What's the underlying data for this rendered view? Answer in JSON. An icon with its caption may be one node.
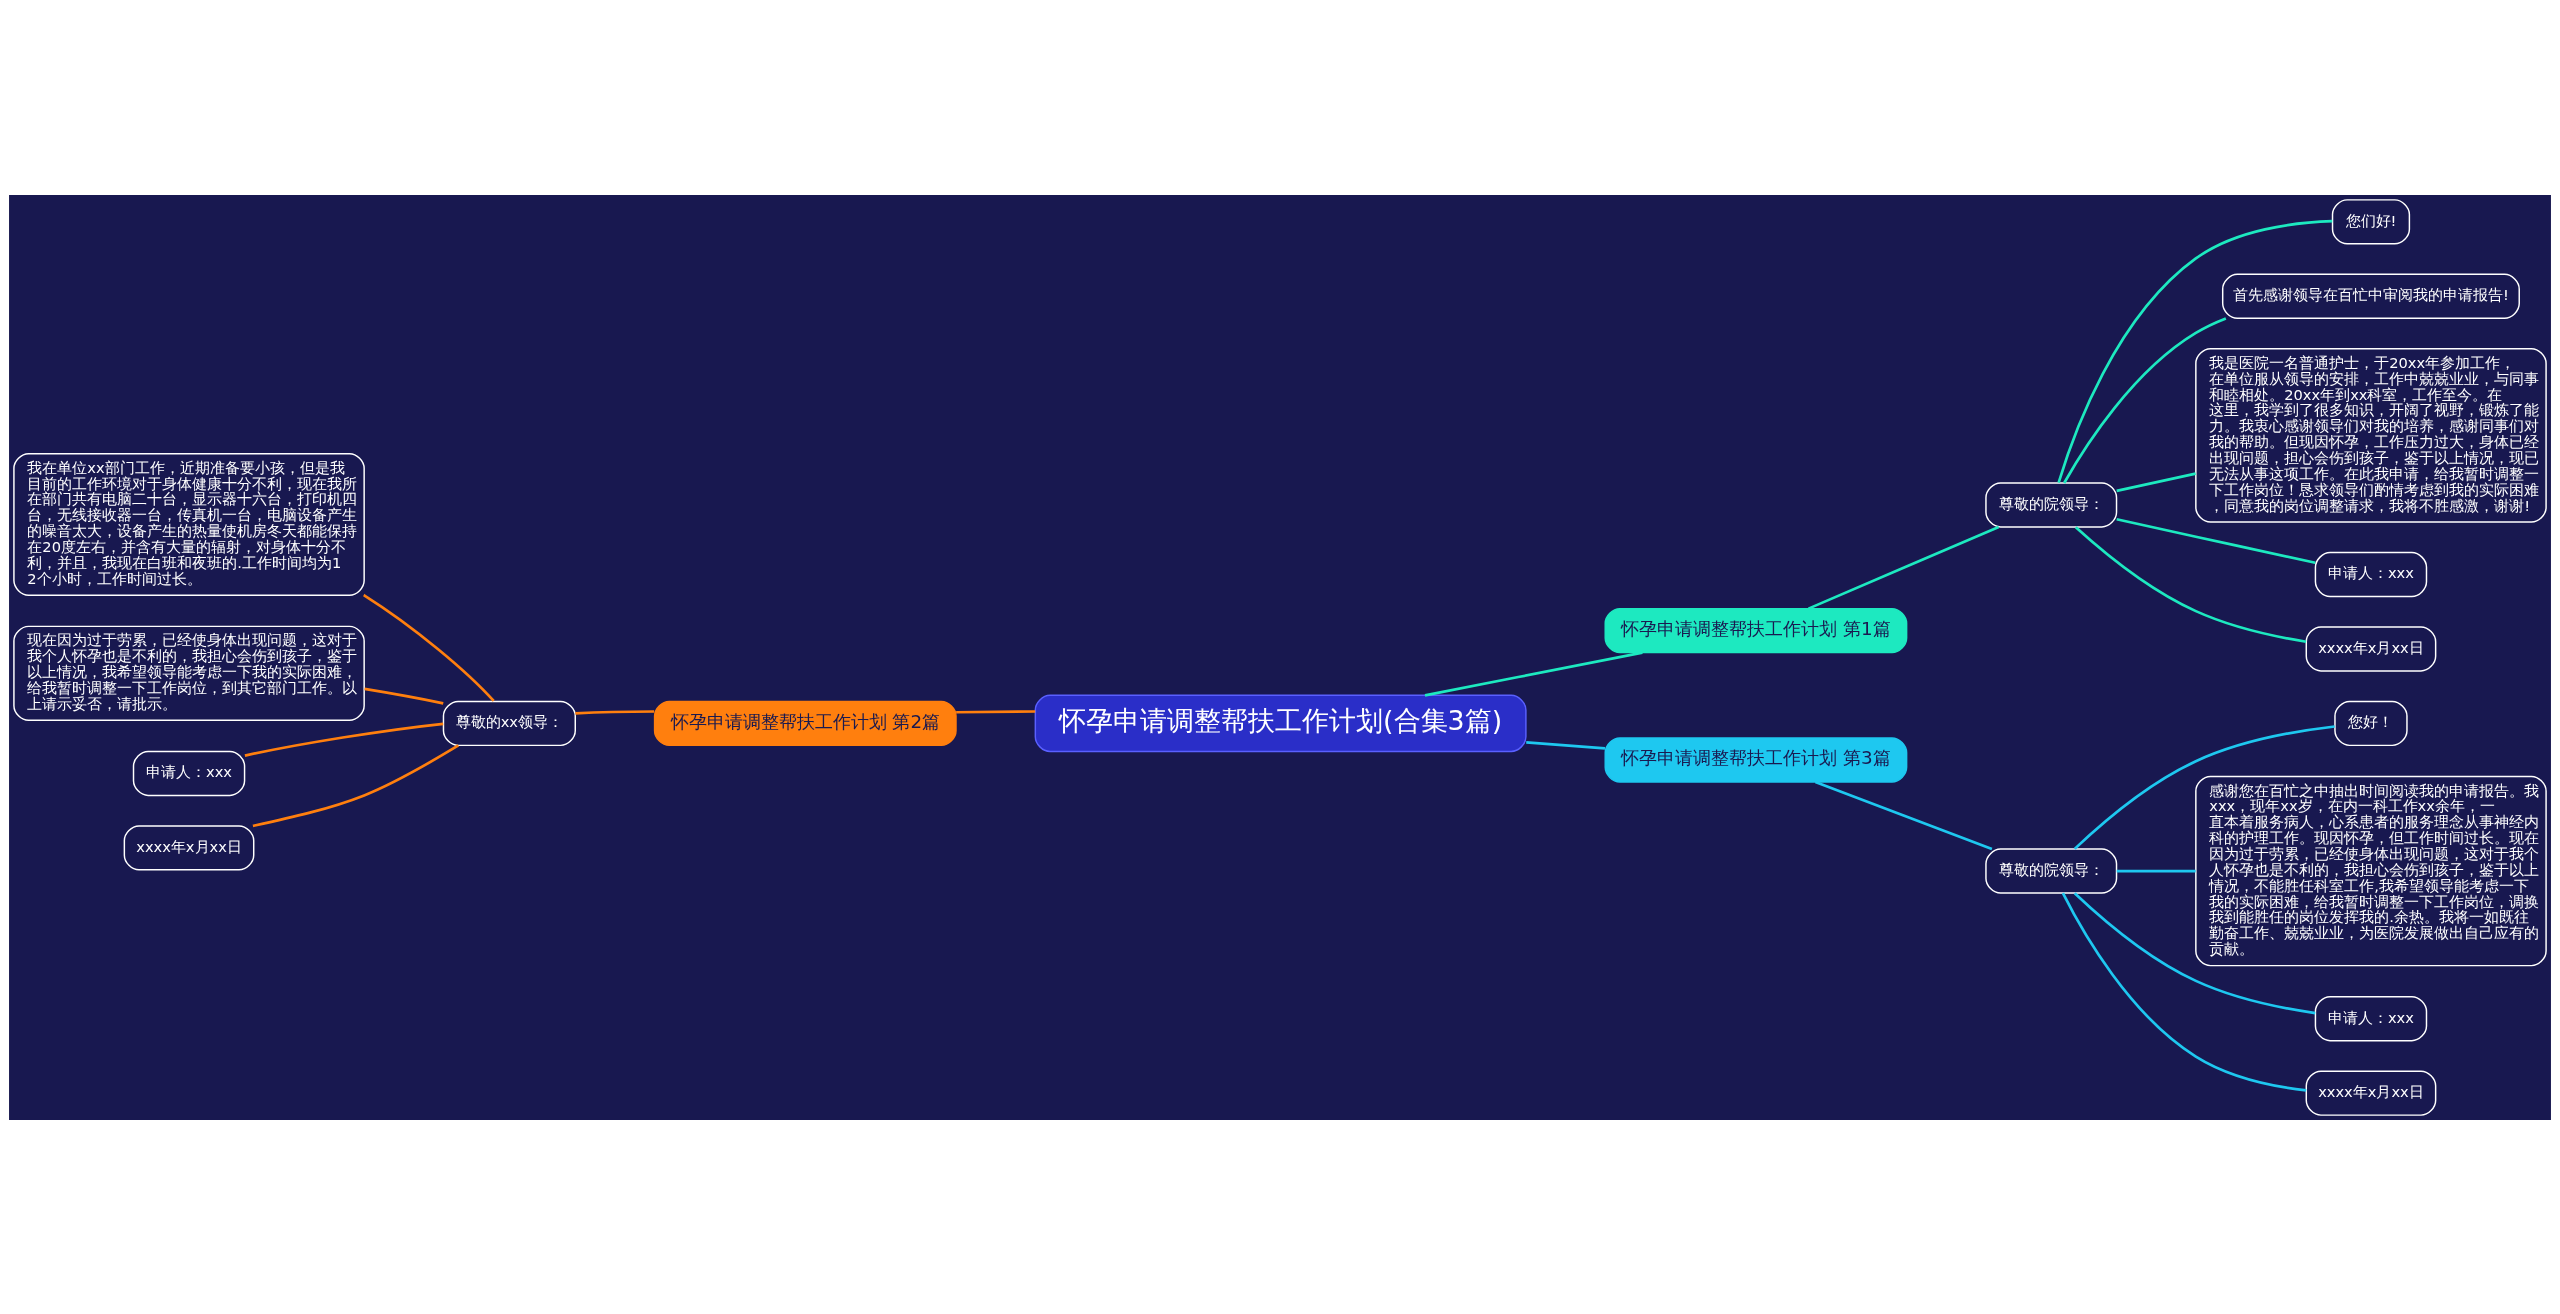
{
  "diagram": {
    "nodes": [
      {
        "text": [
          "怀孕申请调整帮扶工作计划(合集3篇)"
        ]
      },
      {
        "text": [
          "怀孕申请调整帮扶工作计划 第1篇"
        ]
      },
      {
        "text": [
          "尊敬的院领导："
        ]
      },
      {
        "text": [
          "您们好!"
        ]
      },
      {
        "text": [
          "首先感谢领导在百忙中审阅我的申请报告!"
        ]
      },
      {
        "text": [
          "我是医院一名普通护士，于20xx年参加工作，在单位服从领导的安排，工作中兢兢业业，与同事和睦相处。20xx年到xx科室，工作至今。在这里，我学到了很多知识，开阔了视野，锻炼了能力。我衷心感谢领导们对我的培养，感谢同事们对我的帮助。但现因怀孕，工作压力过大，身体已经出现问题，担心会伤到孩子，鉴于以上情况，现已无法从事这项工作。在此我申请，给我暂时调整一下工作岗位！恳求领导们酌情考虑到我的实际困难，同意我的岗位调整请求，我将不胜感激，谢谢!"
        ]
      },
      {
        "text": [
          "申请人：xxx"
        ]
      },
      {
        "text": [
          "xxxx年x月xx日"
        ]
      },
      {
        "text": [
          "怀孕申请调整帮扶工作计划 第2篇"
        ]
      },
      {
        "text": [
          "尊敬的xx领导："
        ]
      },
      {
        "text": [
          "我在单位xx部门工作，近期准备要小孩，但是我目前的工作环境对于身体健康十分不利，现在我所在部门共有电脑二十台，显示器十六台，打印机四台，无线接收器一台，传真机一台，电脑设备产生的噪音太大，设备产生的热量使机房冬天都能保持在20度左右，并含有大量的辐射，对身体十分不利，并且，我现在白班和夜班的.工作时间均为12个小时，工作时间过长。"
        ]
      },
      {
        "text": [
          "现在因为过于劳累，已经使身体出现问题，这对于我个人怀孕也是不利的，我担心会伤到孩子，鉴于以上情况，我希望领导能考虑一下我的实际困难，给我暂时调整一下工作岗位，到其它部门工作。以上请示妥否，请批示。"
        ]
      },
      {
        "text": [
          "申请人：xxx"
        ]
      },
      {
        "text": [
          "xxxx年x月xx日"
        ]
      },
      {
        "text": [
          "怀孕申请调整帮扶工作计划 第3篇"
        ]
      },
      {
        "text": [
          "尊敬的院领导："
        ]
      },
      {
        "text": [
          "您好！"
        ]
      },
      {
        "text": [
          "感谢您在百忙之中抽出时间阅读我的申请报告。我xxx，现年xx岁，在内一科工作xx余年，一直本着服务病人，心系患者的服务理念从事神经内科的护理工作。现因怀孕，但工作时间过长。现在因为过于劳累，已经使身体出现问题，这对于我个人怀孕也是不利的，我担心会伤到孩子，鉴于以上情况，不能胜任科室工作,我希望领导能考虑一下我的实际困难，给我暂时调整一下工作岗位，调换我到能胜任的岗位发挥我的.余热。我将一如既往勤奋工作、兢兢业业，为医院发展做出自己应有的贡献。"
        ]
      },
      {
        "text": [
          "申请人：xxx"
        ]
      },
      {
        "text": [
          "xxxx年x月xx日"
        ]
      }
    ],
    "edges": [
      {
        "from": 0,
        "to": 1,
        "arrow": "none",
        "color": "#1de9c0"
      },
      {
        "from": 1,
        "to": 2,
        "arrow": "none",
        "color": "#1de9c0"
      },
      {
        "from": 2,
        "to": 3,
        "arrow": "none",
        "color": "#1de9c0"
      },
      {
        "from": 2,
        "to": 4,
        "arrow": "none",
        "color": "#1de9c0"
      },
      {
        "from": 2,
        "to": 5,
        "arrow": "none",
        "color": "#1de9c0"
      },
      {
        "from": 2,
        "to": 6,
        "arrow": "none",
        "color": "#1de9c0"
      },
      {
        "from": 2,
        "to": 7,
        "arrow": "none",
        "color": "#1de9c0"
      },
      {
        "from": 0,
        "to": 8,
        "arrow": "none",
        "color": "#ff7f0e"
      },
      {
        "from": 8,
        "to": 9,
        "arrow": "none",
        "color": "#ff7f0e"
      },
      {
        "from": 9,
        "to": 10,
        "arrow": "none",
        "color": "#ff7f0e"
      },
      {
        "from": 9,
        "to": 11,
        "arrow": "none",
        "color": "#ff7f0e"
      },
      {
        "from": 9,
        "to": 12,
        "arrow": "none",
        "color": "#ff7f0e"
      },
      {
        "from": 9,
        "to": 13,
        "arrow": "none",
        "color": "#ff7f0e"
      },
      {
        "from": 0,
        "to": 14,
        "arrow": "none",
        "color": "#1ec8f0"
      },
      {
        "from": 14,
        "to": 15,
        "arrow": "none",
        "color": "#1ec8f0"
      },
      {
        "from": 15,
        "to": 16,
        "arrow": "none",
        "color": "#1ec8f0"
      },
      {
        "from": 15,
        "to": 17,
        "arrow": "none",
        "color": "#1ec8f0"
      },
      {
        "from": 15,
        "to": 18,
        "arrow": "none",
        "color": "#1ec8f0"
      },
      {
        "from": 15,
        "to": 19,
        "arrow": "none",
        "color": "#1ec8f0"
      }
    ]
  }
}
